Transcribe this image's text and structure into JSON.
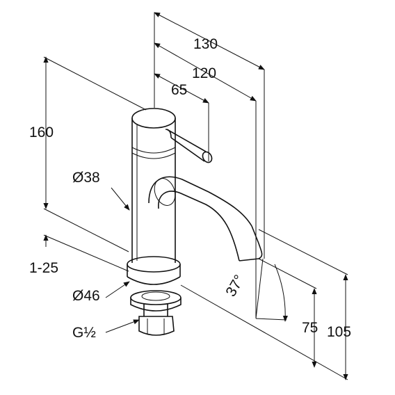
{
  "drawing": {
    "subject": "basin tap technical dimension drawing",
    "dimensions": {
      "overall_width": "130",
      "spout_width": "120",
      "handle_width": "65",
      "total_height": "160",
      "body_diameter": "Ø38",
      "thread_height": "1-25",
      "base_diameter": "Ø46",
      "thread_size": "G½",
      "spout_angle": "37°",
      "spout_height": "75",
      "outlet_height": "105"
    }
  }
}
